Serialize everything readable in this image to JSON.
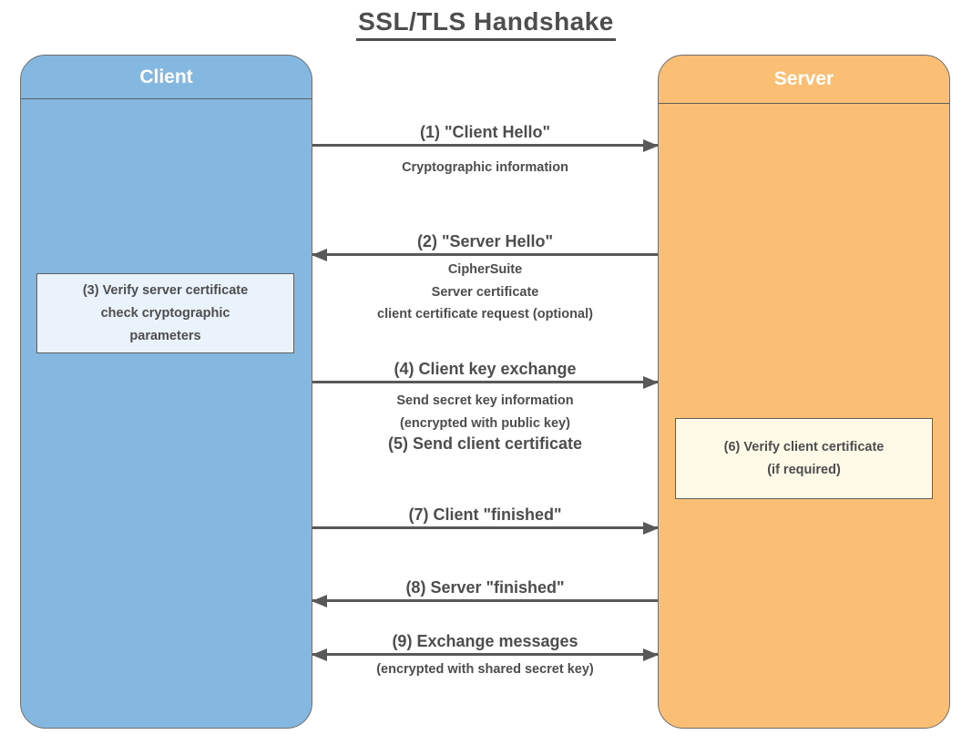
{
  "title": "SSL/TLS Handshake",
  "participants": {
    "client": {
      "label": "Client"
    },
    "server": {
      "label": "Server"
    }
  },
  "notes": {
    "client_note": {
      "lines": [
        "(3) Verify server certificate",
        "check cryptographic",
        "parameters"
      ]
    },
    "server_note": {
      "lines": [
        "(6) Verify client certificate",
        "(if required)"
      ]
    }
  },
  "messages": [
    {
      "label": "(1) \"Client Hello\"",
      "direction": "client-to-server",
      "details": [
        "Cryptographic information"
      ]
    },
    {
      "label": "(2) \"Server Hello\"",
      "direction": "server-to-client",
      "details": [
        "CipherSuite",
        "Server certificate",
        "client certificate request (optional)"
      ]
    },
    {
      "label": "(4) Client key exchange",
      "direction": "client-to-server",
      "details": [
        "Send secret key information",
        "(encrypted with public key)"
      ],
      "extra": "(5) Send client certificate"
    },
    {
      "label": "(7) Client \"finished\"",
      "direction": "client-to-server",
      "details": []
    },
    {
      "label": "(8) Server \"finished\"",
      "direction": "server-to-client",
      "details": []
    },
    {
      "label": "(9) Exchange messages",
      "direction": "bidirectional",
      "details": [
        "(encrypted with shared secret key)"
      ]
    }
  ],
  "colors": {
    "client_fill": "#85b8e1",
    "server_fill": "#fbbe75",
    "client_note_fill": "#eaf3fc",
    "server_note_fill": "#fff9e8",
    "arrow": "#595959",
    "text": "#4d4d4d",
    "header_text": "#ffffff"
  }
}
